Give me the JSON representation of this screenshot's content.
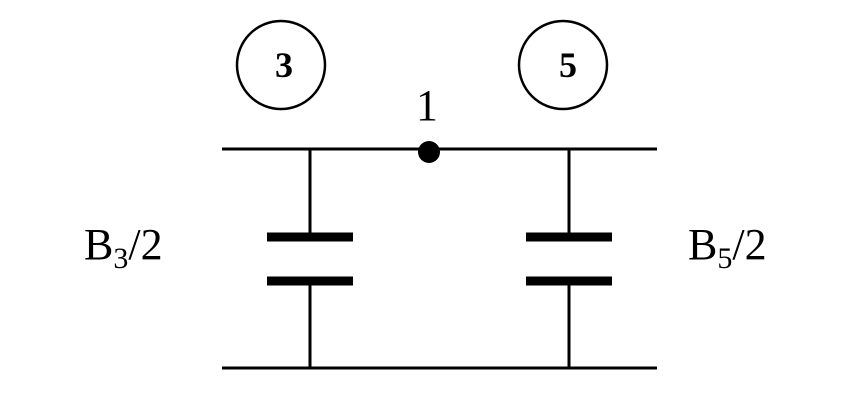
{
  "buses": {
    "left": "3",
    "right": "5"
  },
  "node": {
    "label": "1"
  },
  "capacitors": {
    "left": {
      "symbol": "B",
      "subscript": "3",
      "suffix": "/2"
    },
    "right": {
      "symbol": "B",
      "subscript": "5",
      "suffix": "/2"
    }
  },
  "colors": {
    "line": "#000000",
    "background": "#ffffff"
  }
}
